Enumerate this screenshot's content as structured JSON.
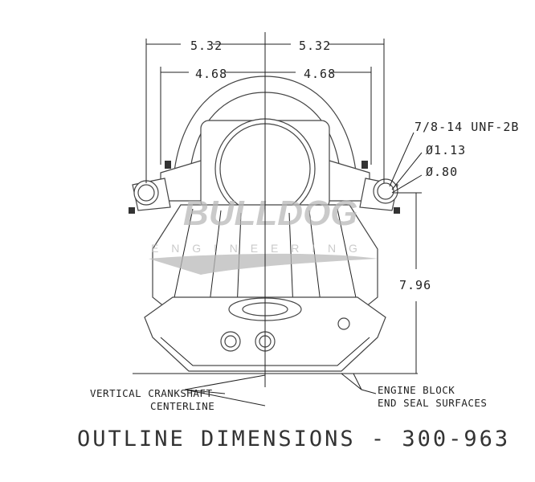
{
  "dimensions": {
    "half_width_outer_left": "5.32",
    "half_width_outer_right": "5.32",
    "half_width_inner_left": "4.68",
    "half_width_inner_right": "4.68",
    "height": "7.96"
  },
  "callouts": {
    "thread": "7/8-14 UNF-2B",
    "dia_outer": "Ø1.13",
    "dia_inner": "Ø.80",
    "centerline_line1": "VERTICAL CRANKSHAFT",
    "centerline_line2": "CENTERLINE",
    "seal_line1": "ENGINE BLOCK",
    "seal_line2": "END SEAL SURFACES"
  },
  "watermark": {
    "brand": "BULLDOG",
    "sub": "E N G I N E E R I N G"
  },
  "title": "OUTLINE DIMENSIONS - 300-963",
  "colors": {
    "ink": "#222222",
    "watermark": "#b9b9b9"
  }
}
